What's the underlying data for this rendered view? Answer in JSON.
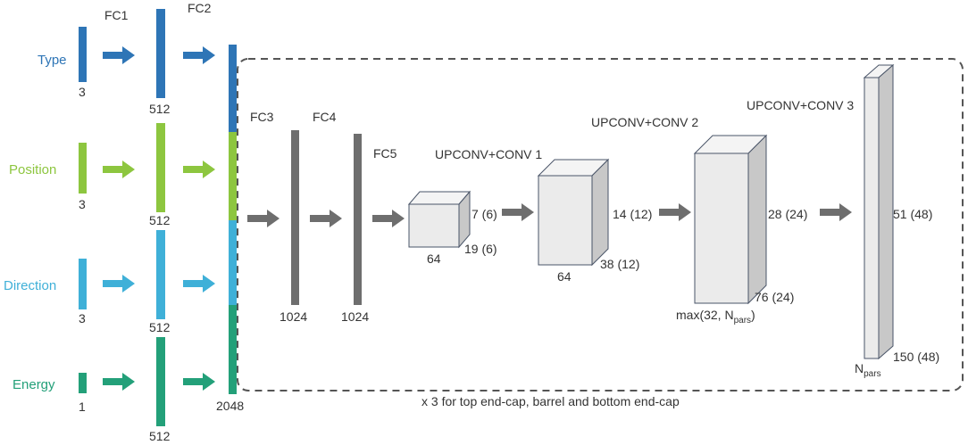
{
  "colors": {
    "type": "#2e75b6",
    "position": "#8dc63f",
    "direction": "#3fb0d8",
    "energy": "#23a079",
    "gray_bar": "#6e6e6e",
    "arrow": "#6e6e6e",
    "arrow_blue": "#2e75b6",
    "arrow_green": "#8dc63f",
    "arrow_cyan": "#3fb0d8",
    "arrow_teal": "#23a079",
    "box_front": "#ebebeb",
    "box_top": "#f4f4f4",
    "box_side": "#c8c8c8",
    "dash": "#555555"
  },
  "inputs": [
    {
      "label": "Type",
      "size": "3",
      "fc_size": "512"
    },
    {
      "label": "Position",
      "size": "3",
      "fc_size": "512"
    },
    {
      "label": "Direction",
      "size": "3",
      "fc_size": "512"
    },
    {
      "label": "Energy",
      "size": "1",
      "fc_size": "512"
    }
  ],
  "layers": {
    "fc1": "FC1",
    "fc2": "FC2",
    "fc2_size": "2048",
    "fc3": "FC3",
    "fc3_size": "1024",
    "fc4": "FC4",
    "fc4_size": "1024",
    "fc5": "FC5"
  },
  "conv_blocks": [
    {
      "label": "UPCONV+CONV 1",
      "depth": "64",
      "height": "7 (6)",
      "width": "19 (6)"
    },
    {
      "label": "UPCONV+CONV 2",
      "depth": "64",
      "height": "14 (12)",
      "width": "38 (12)"
    },
    {
      "label": "UPCONV+CONV 3",
      "depth": "max(32, N",
      "depth_sub": "pars",
      "depth_end": ")",
      "height": "28 (24)",
      "width": "76 (24)"
    },
    {
      "label": "",
      "depth": "N",
      "depth_sub": "pars",
      "height": "51 (48)",
      "width": "150 (48)"
    }
  ],
  "caption": "x 3 for top end-cap, barrel and bottom end-cap"
}
